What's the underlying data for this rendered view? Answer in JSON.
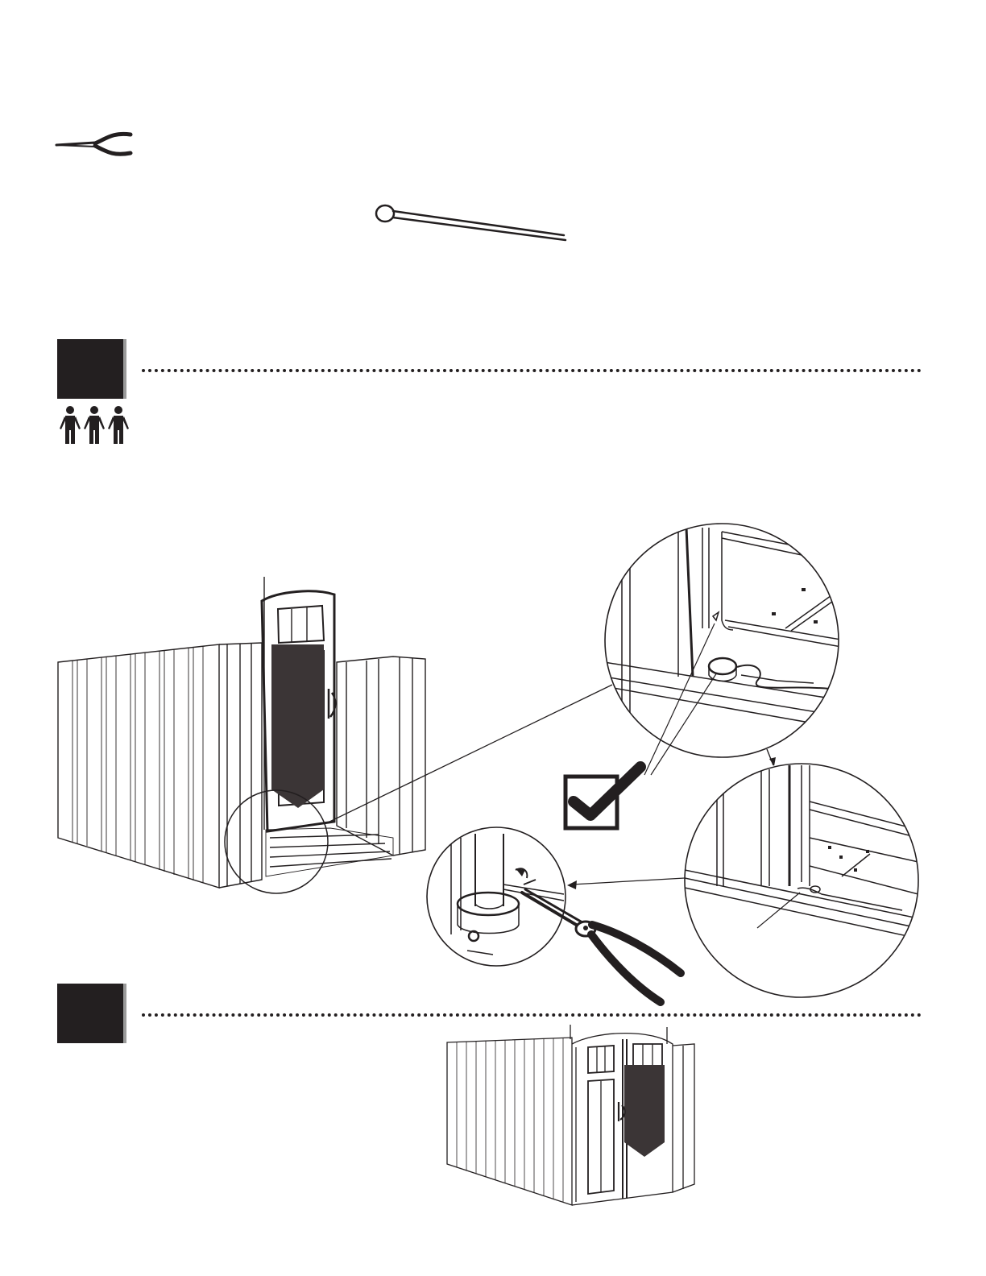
{
  "colors": {
    "ink": "#231f20",
    "panel_dark": "#3b3536",
    "shadow": "#9a9a9a",
    "background": "#ffffff"
  },
  "icons": {
    "tool": "needle-nose-pliers-icon",
    "hardware": "cotter-pin-icon",
    "people": "three-person-icon",
    "confirm": "checkmark-icon"
  },
  "steps": [
    {
      "id": "step-a",
      "label": ""
    },
    {
      "id": "step-b",
      "label": ""
    }
  ],
  "people_required": 3
}
